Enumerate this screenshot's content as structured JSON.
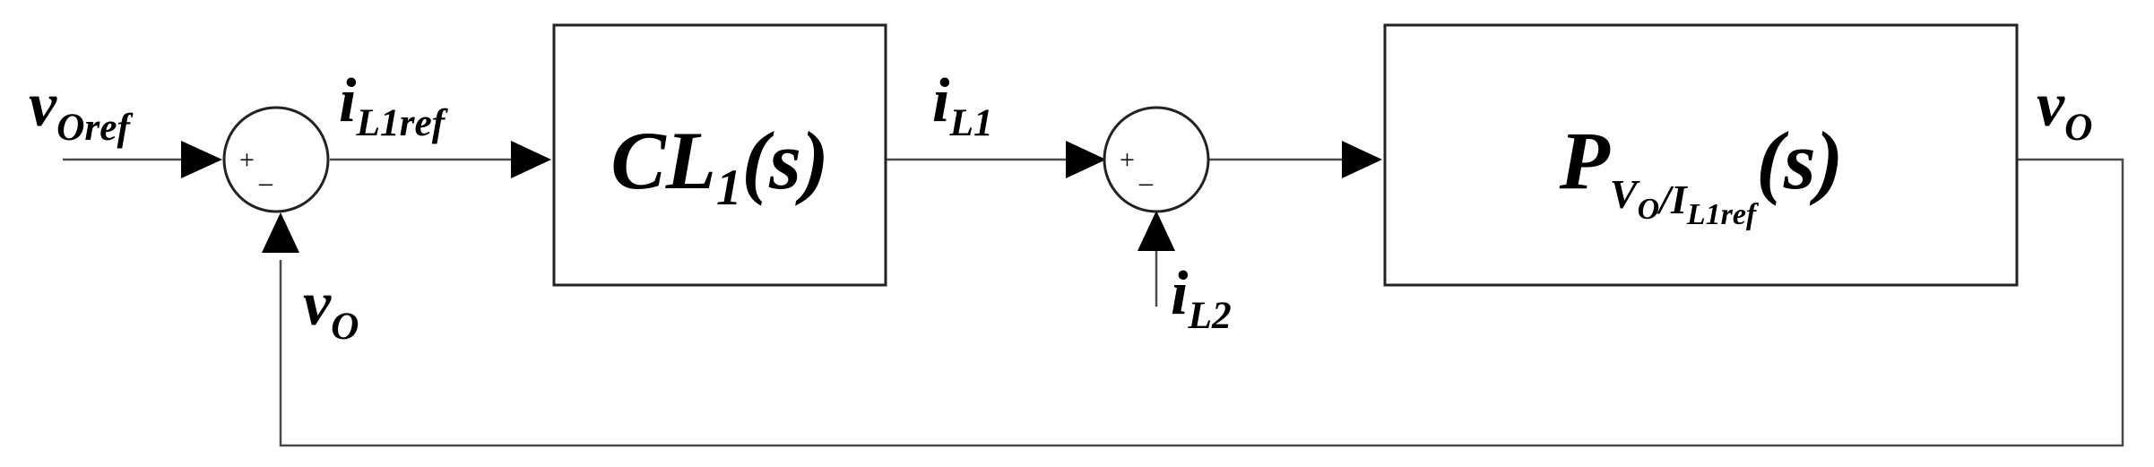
{
  "signals": {
    "vo_ref": {
      "main": "v",
      "sub": "Oref"
    },
    "il1_ref": {
      "main": "i",
      "sub": "L1ref"
    },
    "il1": {
      "main": "i",
      "sub": "L1"
    },
    "il2": {
      "main": "i",
      "sub": "L2"
    },
    "vo_output": {
      "main": "v",
      "sub": "O"
    },
    "vo_feedback": {
      "main": "v",
      "sub": "O"
    }
  },
  "blocks": {
    "controller": {
      "main": "CL",
      "sub": "1",
      "arg": "(s)"
    },
    "plant": {
      "main": "P",
      "sub_a": "V",
      "sub_b": "O",
      "sub_slash": "/",
      "sub_c": "I",
      "sub_d": "L1ref",
      "arg": "(s)"
    }
  },
  "summing_junctions": {
    "sum1": {
      "plus": "+",
      "minus": "–"
    },
    "sum2": {
      "plus": "+",
      "minus": "–"
    }
  }
}
